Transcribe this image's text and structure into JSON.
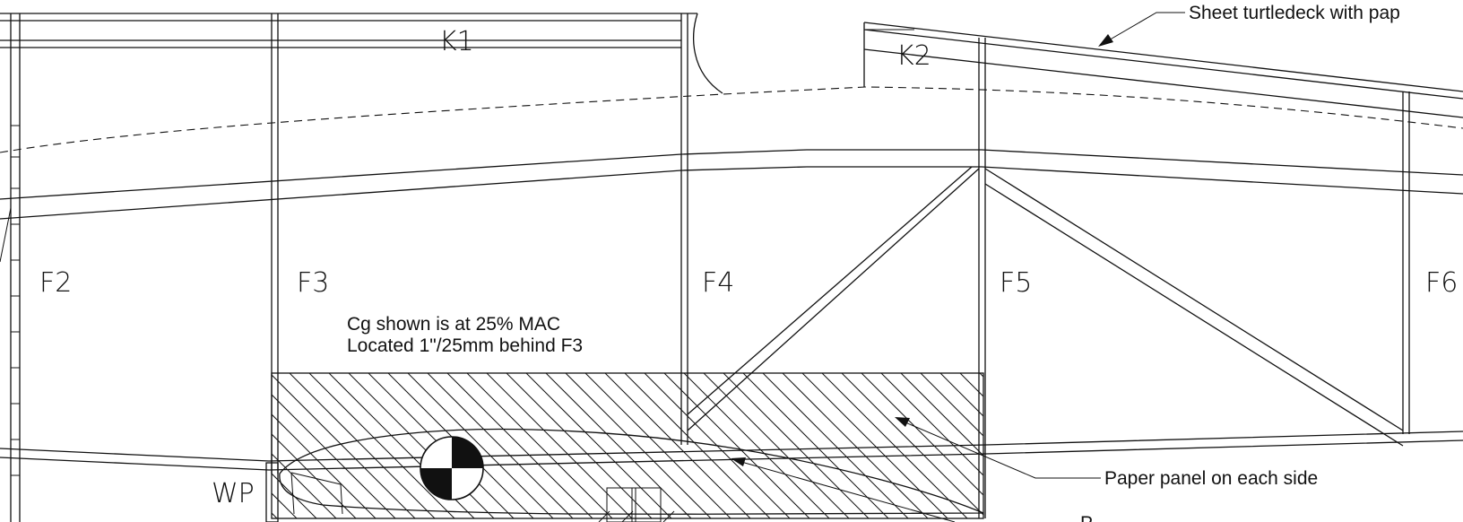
{
  "labels": {
    "k1": "K1",
    "k2": "K2",
    "f2": "F2",
    "f3": "F3",
    "f4": "F4",
    "f5": "F5",
    "f6": "F6",
    "wp": "WP"
  },
  "notes": {
    "cg_line1": "Cg shown is at 25% MAC",
    "cg_line2": "Located 1\"/25mm behind F3",
    "turtledeck": "Sheet turtledeck with pap",
    "paper_panel": "Paper panel on each side",
    "bottom_cut": "P"
  },
  "colors": {
    "ink": "#111111",
    "background": "#ffffff"
  }
}
